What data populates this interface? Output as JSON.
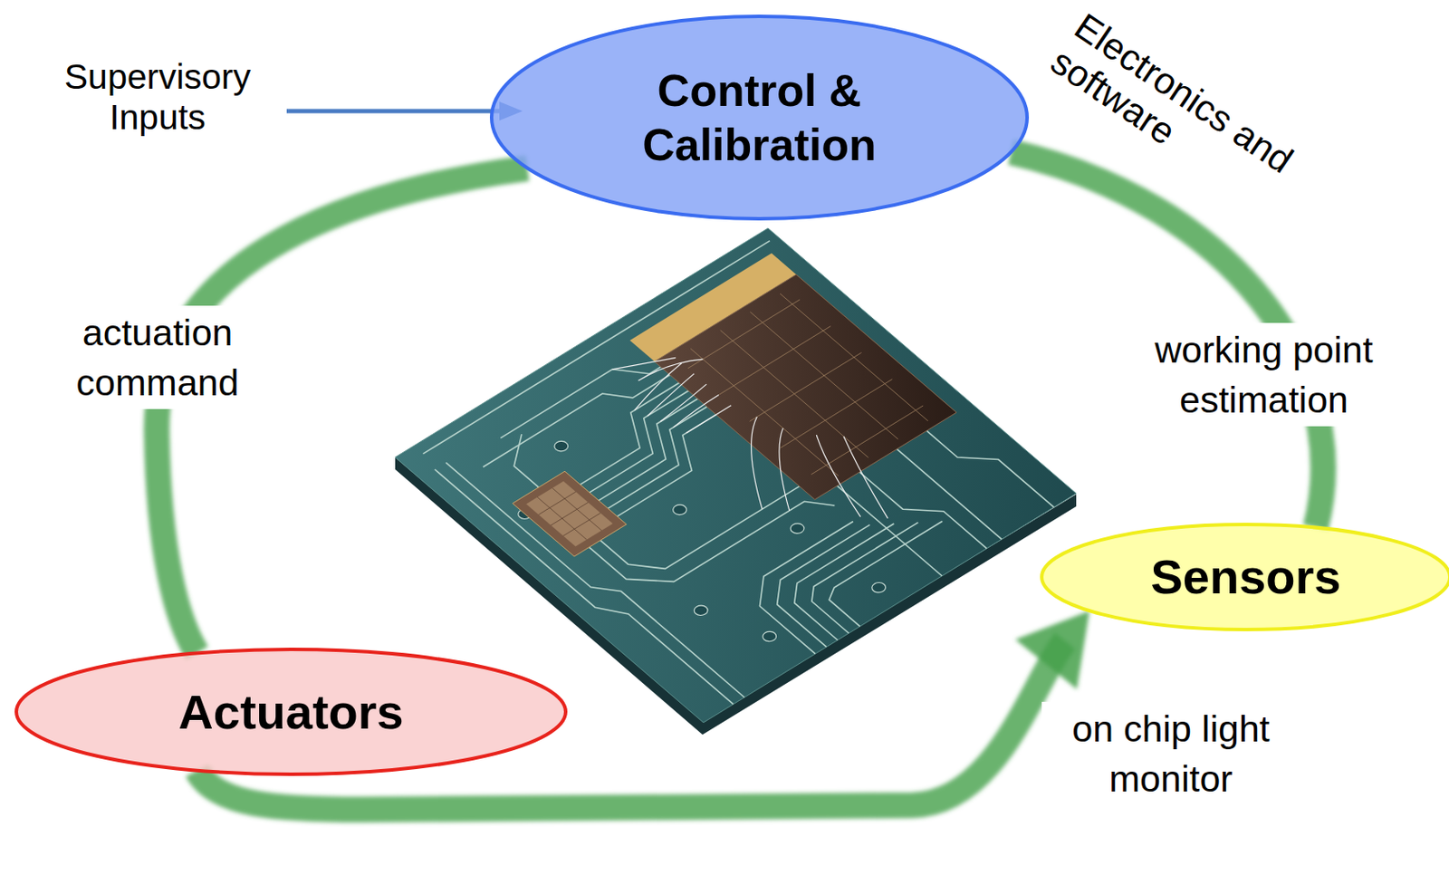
{
  "diagram": {
    "nodes": [
      {
        "text": [
          "Control & Calibration"
        ]
      },
      {
        "text": [
          "Sensors"
        ]
      },
      {
        "text": [
          "Actuators"
        ]
      }
    ],
    "edges": [
      {
        "from": 0,
        "to": 2,
        "label": "actuation command",
        "arrow": "none"
      },
      {
        "from": 2,
        "to": 1,
        "label": "on chip light monitor",
        "arrow": "to"
      },
      {
        "from": 1,
        "to": 0,
        "label": "working point estimation",
        "arrow": "none"
      }
    ],
    "labels": [
      "Supervisory Inputs",
      "Electronics and software"
    ]
  }
}
